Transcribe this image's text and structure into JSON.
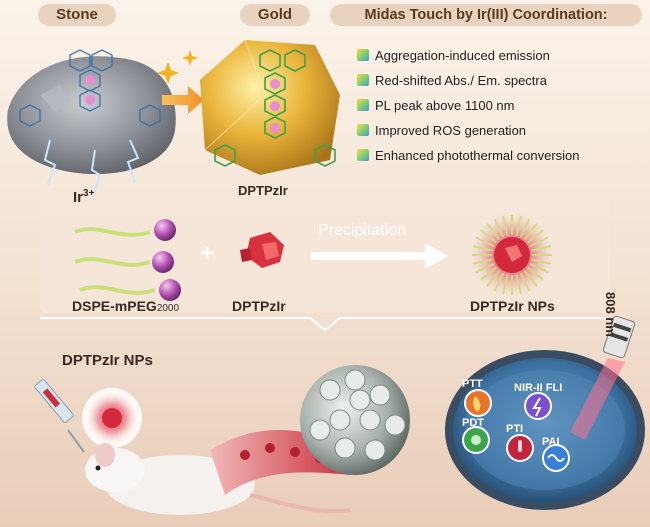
{
  "top": {
    "stone_label": "Stone",
    "gold_label": "Gold",
    "title": "Midas Touch by Ir(III) Coordination:",
    "ion_base": "Ir",
    "ion_sup": "3+",
    "compound": "DPTPzIr",
    "features": [
      "Aggregation-induced emission",
      "Red-shifted Abs./ Em. spectra",
      "PL peak above 1100 nm",
      "Improved ROS generation",
      "Enhanced photothermal conversion"
    ]
  },
  "middle": {
    "polymer_label": "DSPE-mPEG",
    "polymer_sub": "2000",
    "plus": "+",
    "compound_label": "DPTPzIr",
    "process_label": "Precipitation",
    "product_label": "DPTPzIr NPs"
  },
  "bottom": {
    "np_label": "DPTPzIr NPs",
    "laser_label": "808 nm",
    "modes": [
      "PTT",
      "PDT",
      "PTI",
      "PAI",
      "NIR-II FLI"
    ]
  },
  "colors": {
    "pill_bg": "#e8d3bf",
    "gold": "#e9b534",
    "stone": "#9ea2a8",
    "ptt": "#e8732a",
    "pdt": "#3fa34d",
    "pti": "#c2263f",
    "pai": "#3a7fd6",
    "fli": "#7a4fd0"
  }
}
